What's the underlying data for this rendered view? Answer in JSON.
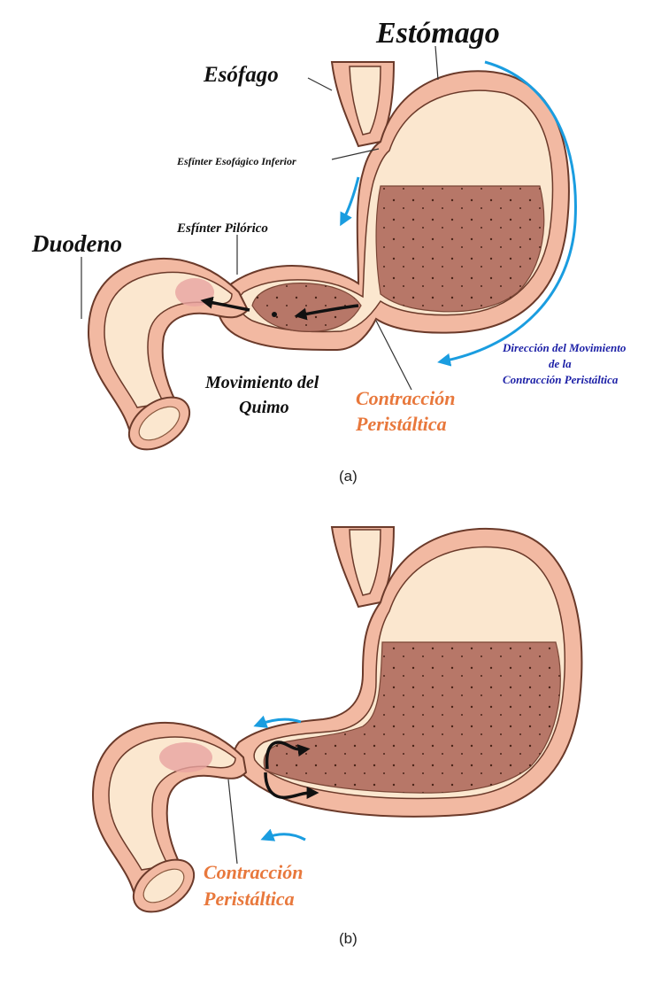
{
  "labels": {
    "stomach": "Estómago",
    "esophagus": "Esófago",
    "lower_esophageal_sphincter": "Esfínter Esofágico Inferior",
    "pyloric_sphincter": "Esfínter Pilórico",
    "duodenum": "Duodeno",
    "chyme_movement_line1": "Movimiento del",
    "chyme_movement_line2": "Quimo",
    "peristaltic_contraction_line1": "Contracción",
    "peristaltic_contraction_line2": "Peristáltica",
    "direction_line1": "Dirección del Movimiento",
    "direction_line2": "de la",
    "direction_line3": "Contracción Peristáltica",
    "panel_b_contraction_line1": "Contracción",
    "panel_b_contraction_line2": "Peristáltica"
  },
  "panels": {
    "a": "(a)",
    "b": "(b)"
  },
  "colors": {
    "orange_label": "#e8783c",
    "blue_label": "#1b1fa6",
    "arrow_blue": "#1a9de0",
    "chyme": "#b77768",
    "tissue": "#f2b9a2"
  }
}
